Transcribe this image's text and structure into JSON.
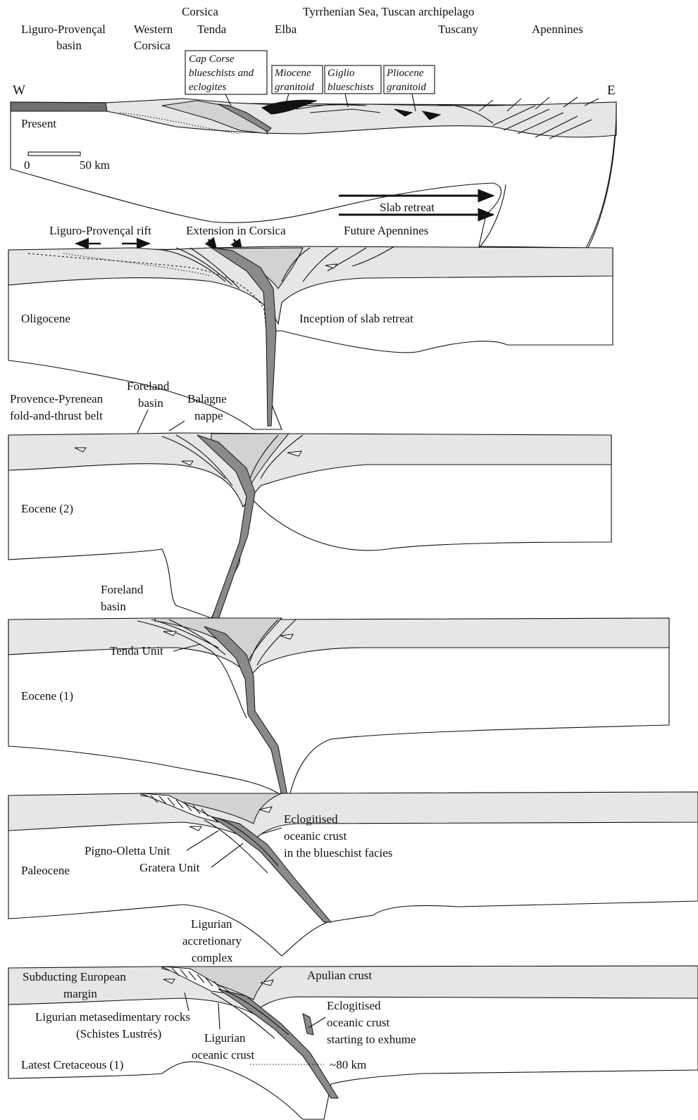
{
  "header": {
    "corsica": "Corsica",
    "tyrrhenian": "Tyrrhenian Sea, Tuscan archipelago",
    "liguro_provencal_basin_1": "Liguro-Provençal",
    "liguro_provencal_basin_2": "basin",
    "western_corsica_1": "Western",
    "western_corsica_2": "Corsica",
    "tenda": "Tenda",
    "elba": "Elba",
    "tuscany": "Tuscany",
    "apennines": "Apennines",
    "west": "W",
    "east": "E"
  },
  "boxes": {
    "cap_corse_1": "Cap Corse",
    "cap_corse_2": "blueschists and",
    "cap_corse_3": "eclogites",
    "miocene_1": "Miocene",
    "miocene_2": "granitoid",
    "giglio_1": "Giglio",
    "giglio_2": "blueschists",
    "pliocene_1": "Pliocene",
    "pliocene_2": "granitoid"
  },
  "scale": {
    "zero": "0",
    "fifty": "50 km"
  },
  "panels": {
    "present": "Present",
    "oligocene": "Oligocene",
    "eocene2": "Eocene (2)",
    "eocene1": "Eocene (1)",
    "paleocene": "Paleocene",
    "latest_cretaceous": "Latest Cretaceous (1)"
  },
  "labels": {
    "slab_retreat": "Slab retreat",
    "liguro_provencal_rift": "Liguro-Provençal rift",
    "extension_corsica": "Extension in Corsica",
    "future_apennines": "Future Apennines",
    "inception_slab_retreat": "Inception of slab retreat",
    "provence_pyrenean_1": "Provence-Pyrenean",
    "provence_pyrenean_2": "fold-and-thrust belt",
    "foreland_basin_1": "Foreland",
    "foreland_basin_2": "basin",
    "balagne_1": "Balagne",
    "balagne_2": "nappe",
    "foreland_basin_b_1": "Foreland",
    "foreland_basin_b_2": "basin",
    "tenda_unit": "Tenda Unit",
    "eclogitised_1": "Eclogitised",
    "eclogitised_2": "oceanic crust",
    "eclogitised_3": "in the blueschist facies",
    "pigno_oletta": "Pigno-Oletta Unit",
    "gratera": "Gratera Unit",
    "ligurian_acc_1": "Ligurian",
    "ligurian_acc_2": "accretionary",
    "ligurian_acc_3": "complex",
    "subducting_1": "Subducting European",
    "subducting_2": "margin",
    "apulian": "Apulian crust",
    "ligurian_meta_1": "Ligurian metasedimentary rocks",
    "ligurian_meta_2": "(Schistes Lustrés)",
    "ligurian_oc_1": "Ligurian",
    "ligurian_oc_2": "oceanic crust",
    "eclog_start_1": "Eclogitised",
    "eclog_start_2": "oceanic crust",
    "eclog_start_3": "starting to exhume",
    "depth": "~80 km"
  }
}
